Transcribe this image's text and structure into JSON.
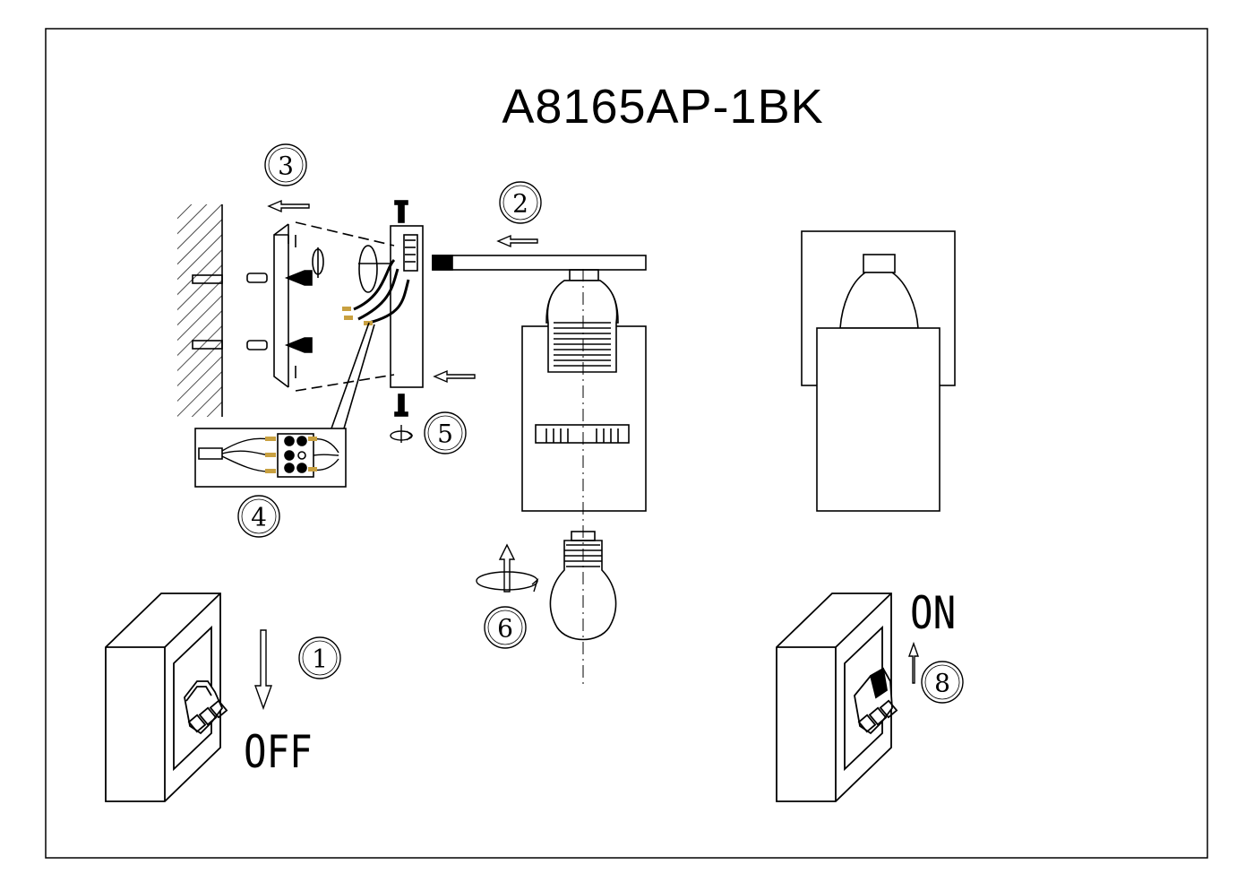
{
  "model": "A8165AP-1BK",
  "steps": {
    "s1": "1",
    "s2": "2",
    "s3": "3",
    "s4": "4",
    "s5": "5",
    "s6": "6",
    "s8": "8"
  },
  "labels": {
    "off": "OFF",
    "on": "ON"
  }
}
